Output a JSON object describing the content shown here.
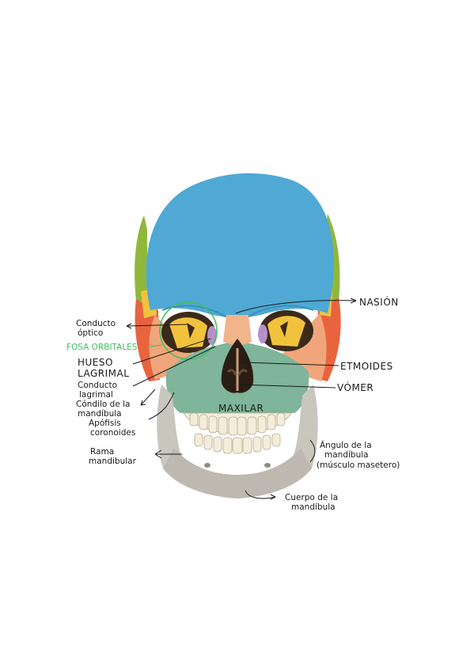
{
  "labels": {
    "conducto_optico_1": "Conducto",
    "conducto_optico_2": "óptico",
    "fosa_orbitales": "FOSA ORBITALES",
    "hueso_lagrimal_1": "HUESO",
    "hueso_lagrimal_2": "LAGRIMAL",
    "conducto_lagrimal_1": "Conducto",
    "conducto_lagrimal_2": "lagrimal",
    "condilo_1": "Cóndilo de la",
    "condilo_2": "mandíbula",
    "apofisis_1": "Apófisis",
    "apofisis_2": "coronoides",
    "rama_1": "Rama",
    "rama_2": "mandibular",
    "nasion": "NASIÓN",
    "etmoides": "ETMOIDES",
    "vomer": "VÓMER",
    "maxilar": "MAXILAR",
    "angulo_1": "Ángulo de la",
    "angulo_2": "mandíbula",
    "angulo_3": "(músculo masetero)",
    "cuerpo_1": "Cuerpo de la",
    "cuerpo_2": "mandíbula"
  },
  "colors": {
    "frontal": "#4fa9d4",
    "parietal": "#8fb83a",
    "temporal": "#e8643f",
    "zygomatic": "#f0a67a",
    "sphenoid": "#f2c23d",
    "maxilla": "#7fb59a",
    "nasal": "#f2b48a",
    "mandible": "#c9c6bd",
    "teeth": "#f3edd9",
    "lacrimal": "#b491c8",
    "orbit_ring": "#3fbf5f"
  }
}
